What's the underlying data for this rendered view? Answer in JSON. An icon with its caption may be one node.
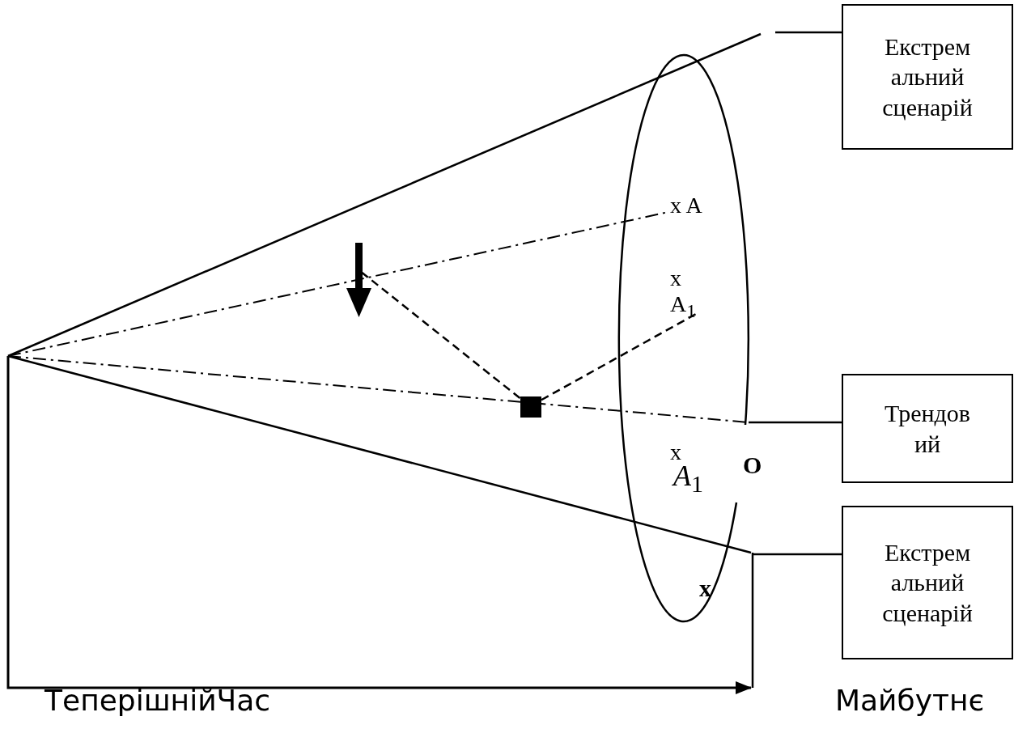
{
  "diagram": {
    "nodes": [
      {
        "text": [
          "Екстремальний сценарій"
        ]
      },
      {
        "text": [
          "Трендовий"
        ]
      },
      {
        "text": [
          "Екстремальний сценарій"
        ]
      },
      {
        "text": [],
        "shape": "ellipse"
      }
    ],
    "edges": [
      {
        "from": 0,
        "to": null,
        "arrow": "none"
      },
      {
        "from": 1,
        "to": 3,
        "arrow": "none"
      },
      {
        "from": 2,
        "to": 3,
        "arrow": "none"
      }
    ],
    "labels": [
      "x A",
      "x",
      "A$_{1}$",
      "x",
      "*A*$_{1}$",
      "O",
      "x",
      "ТеперішнійЧас",
      "Майбутнє"
    ]
  }
}
